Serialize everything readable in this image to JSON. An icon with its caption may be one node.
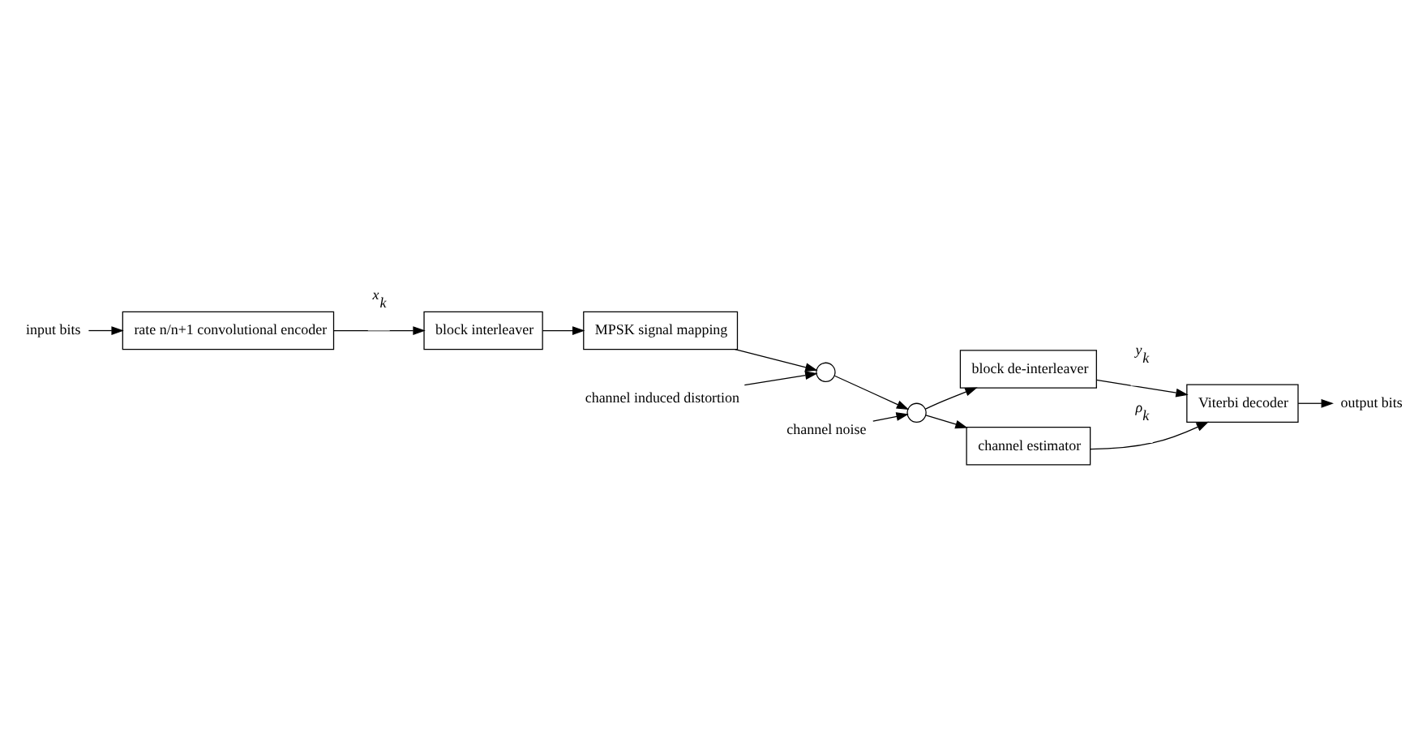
{
  "diagram": {
    "nodes": [
      {
        "text": [
          "input bits"
        ]
      },
      {
        "text": [
          "rate n/n+1 convolutional encoder"
        ]
      },
      {
        "text": [
          "block interleaver"
        ]
      },
      {
        "text": [
          "MPSK signal mapping"
        ]
      },
      {
        "text": [
          "channel induced distortion"
        ]
      },
      {
        "text": [],
        "shape": "circle"
      },
      {
        "text": [
          "channel noise"
        ]
      },
      {
        "text": [],
        "shape": "circle"
      },
      {
        "text": [
          "output bits"
        ]
      },
      {
        "text": [
          "Viterbi decoder"
        ]
      },
      {
        "text": [
          "block de-interleaver"
        ]
      },
      {
        "text": [
          "channel estimator"
        ]
      }
    ],
    "edges": [
      {
        "from": 0,
        "to": 1,
        "arrow": "to"
      },
      {
        "from": 1,
        "to": 2,
        "arrow": "to",
        "label": "x$_{k}$"
      },
      {
        "from": 2,
        "to": 3,
        "arrow": "to"
      },
      {
        "from": 3,
        "to": 5,
        "arrow": "to"
      },
      {
        "from": 4,
        "to": 5,
        "arrow": "to"
      },
      {
        "from": 5,
        "to": 7,
        "arrow": "to"
      },
      {
        "from": 6,
        "to": 7,
        "arrow": "to"
      },
      {
        "from": 7,
        "to": 10,
        "arrow": "to"
      },
      {
        "from": 7,
        "to": 11,
        "arrow": "to"
      },
      {
        "from": 10,
        "to": 9,
        "arrow": "to",
        "label": "y$_{k}$"
      },
      {
        "from": 11,
        "to": 9,
        "arrow": "to",
        "label": "ρ$_{k}$"
      },
      {
        "from": 9,
        "to": 8,
        "arrow": "to"
      }
    ]
  }
}
